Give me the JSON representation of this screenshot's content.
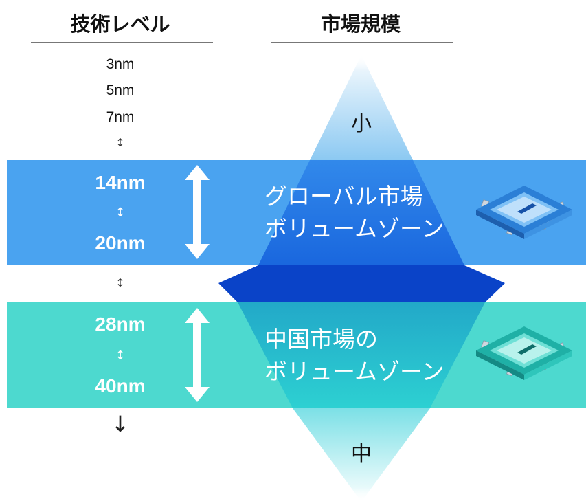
{
  "headers": {
    "left": "技術レベル",
    "right": "市場規模"
  },
  "small_nodes": [
    "3nm",
    "5nm",
    "7nm"
  ],
  "bands": [
    {
      "top_label": "14nm",
      "bottom_label": "20nm",
      "zone_line1": "グローバル市場",
      "zone_line2": "ボリュームゾーン",
      "color": "#4aa3f0"
    },
    {
      "top_label": "28nm",
      "bottom_label": "40nm",
      "zone_line1": "中国市場の",
      "zone_line2": "ボリュームゾーン",
      "color": "#4dd9cf"
    }
  ],
  "symbols": {
    "updown": "↕",
    "down": "↓"
  },
  "triangle_labels": {
    "top": "小",
    "bottom": "中"
  },
  "colors": {
    "blue_band": "#4aa3f0",
    "teal_band": "#4dd9cf",
    "center_blue": "#0a43c8",
    "chip_blue": "#4fa6f2",
    "chip_teal": "#44d0c4"
  },
  "icons": [
    "chip-icon-blue",
    "chip-icon-teal"
  ]
}
